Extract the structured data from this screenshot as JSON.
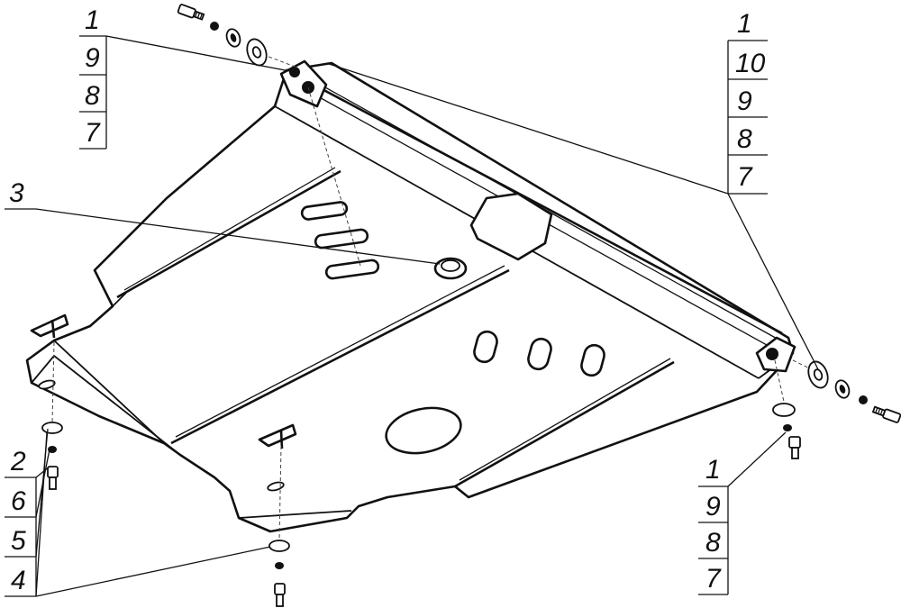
{
  "diagram": {
    "callouts": {
      "top_left": [
        "1",
        "9",
        "8",
        "7"
      ],
      "top_right": [
        "1",
        "10",
        "9",
        "8",
        "7"
      ],
      "left_mid": "3",
      "bottom_left": [
        "2",
        "6",
        "5",
        "4"
      ],
      "bottom_right": [
        "1",
        "9",
        "8",
        "7"
      ]
    }
  }
}
